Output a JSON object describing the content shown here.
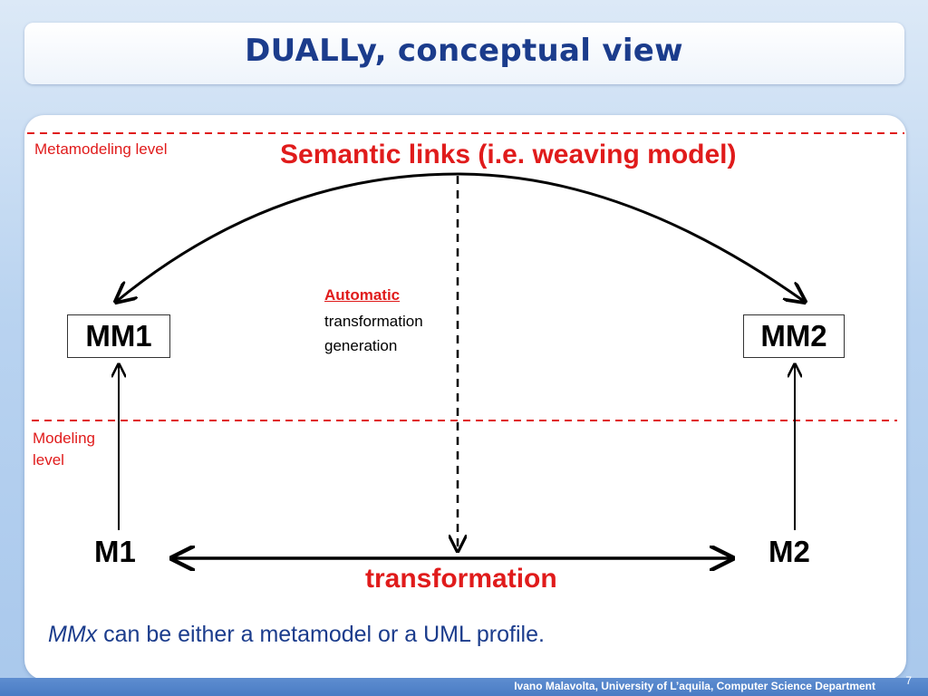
{
  "slide": {
    "title": "DUALLy, conceptual view",
    "page_number": "7",
    "footer": "Ivano Malavolta, University of L’aquila, Computer Science Department"
  },
  "diagram": {
    "metamodeling_level": "Metamodeling level",
    "modeling_level_line1": "Modeling",
    "modeling_level_line2": "level",
    "semantic_links": "Semantic links (i.e. weaving model)",
    "automatic": "Automatic",
    "transformation_word": "transformation",
    "generation": "generation",
    "mm1": "MM1",
    "mm2": "MM2",
    "m1": "M1",
    "m2": "M2",
    "transformation": "transformation",
    "note_prefix": "MMx",
    "note_rest": " can be either a metamodel or a UML profile."
  },
  "colors": {
    "title": "#1b3c8c",
    "accent_red": "#e01b1b",
    "note_blue": "#1b3c8c",
    "footer_bg": "#4a7cc4"
  }
}
